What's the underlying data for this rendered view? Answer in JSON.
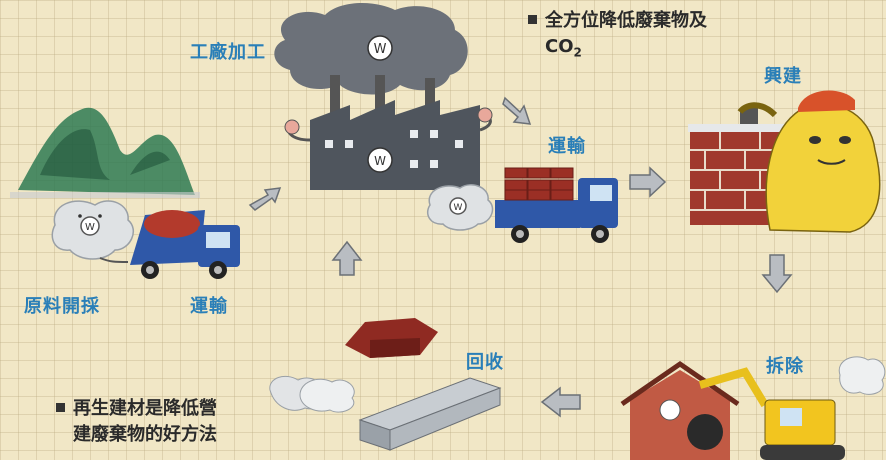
{
  "stages": {
    "mining": "原料開採",
    "transport_1": "運輸",
    "factory": "工廠加工",
    "transport_2": "運輸",
    "construction": "興建",
    "demolition": "拆除",
    "recycle": "回收"
  },
  "notes": {
    "top_line1": "全方位降低廢棄物及",
    "top_line2_main": "CO",
    "top_line2_sub": "2",
    "bottom_line1": "再生建材是降低營",
    "bottom_line2": "建廢棄物的好方法"
  },
  "colors": {
    "label_blue": "#2a7fb8",
    "truck_blue": "#2f58a8",
    "brick_red": "#9b2f25",
    "mountain_green": "#2f7a52",
    "cat_yellow": "#f2d23a",
    "factory_gray": "#6c7179"
  }
}
